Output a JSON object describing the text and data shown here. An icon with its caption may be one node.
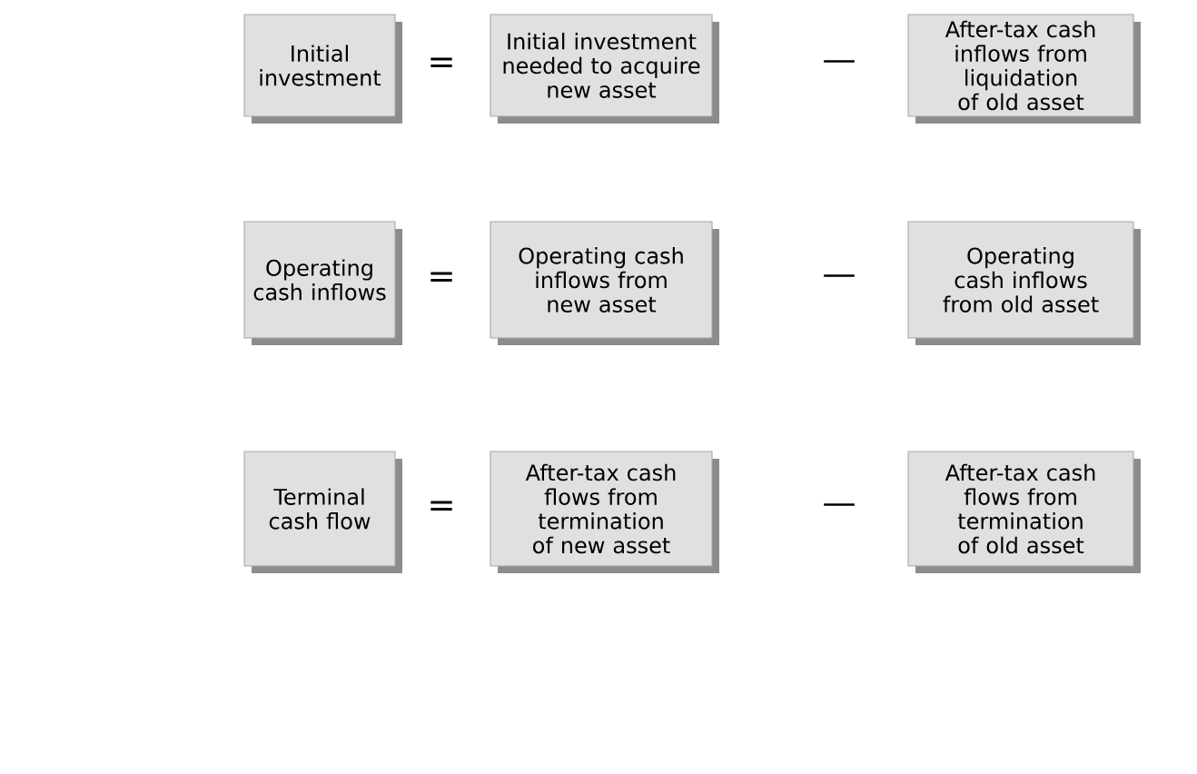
{
  "diagram": {
    "nodes": [
      {
        "text": [
          "Initial investment"
        ]
      },
      {
        "text": [
          "Initial investment needed to acquire new asset"
        ]
      },
      {
        "text": [
          "After-tax cash inflows from liquidation of old asset"
        ]
      },
      {
        "text": [
          "Operating cash inflows"
        ]
      },
      {
        "text": [
          "Operating cash inflows from new asset"
        ]
      },
      {
        "text": [
          "Operating cash inflows from old asset"
        ]
      },
      {
        "text": [
          "Terminal cash flow"
        ]
      },
      {
        "text": [
          "After-tax cash flows from termination of new asset"
        ]
      },
      {
        "text": [
          "After-tax cash flows from termination of old asset"
        ]
      }
    ],
    "labels": [
      "=",
      "—",
      "=",
      "—",
      "=",
      "—"
    ]
  }
}
